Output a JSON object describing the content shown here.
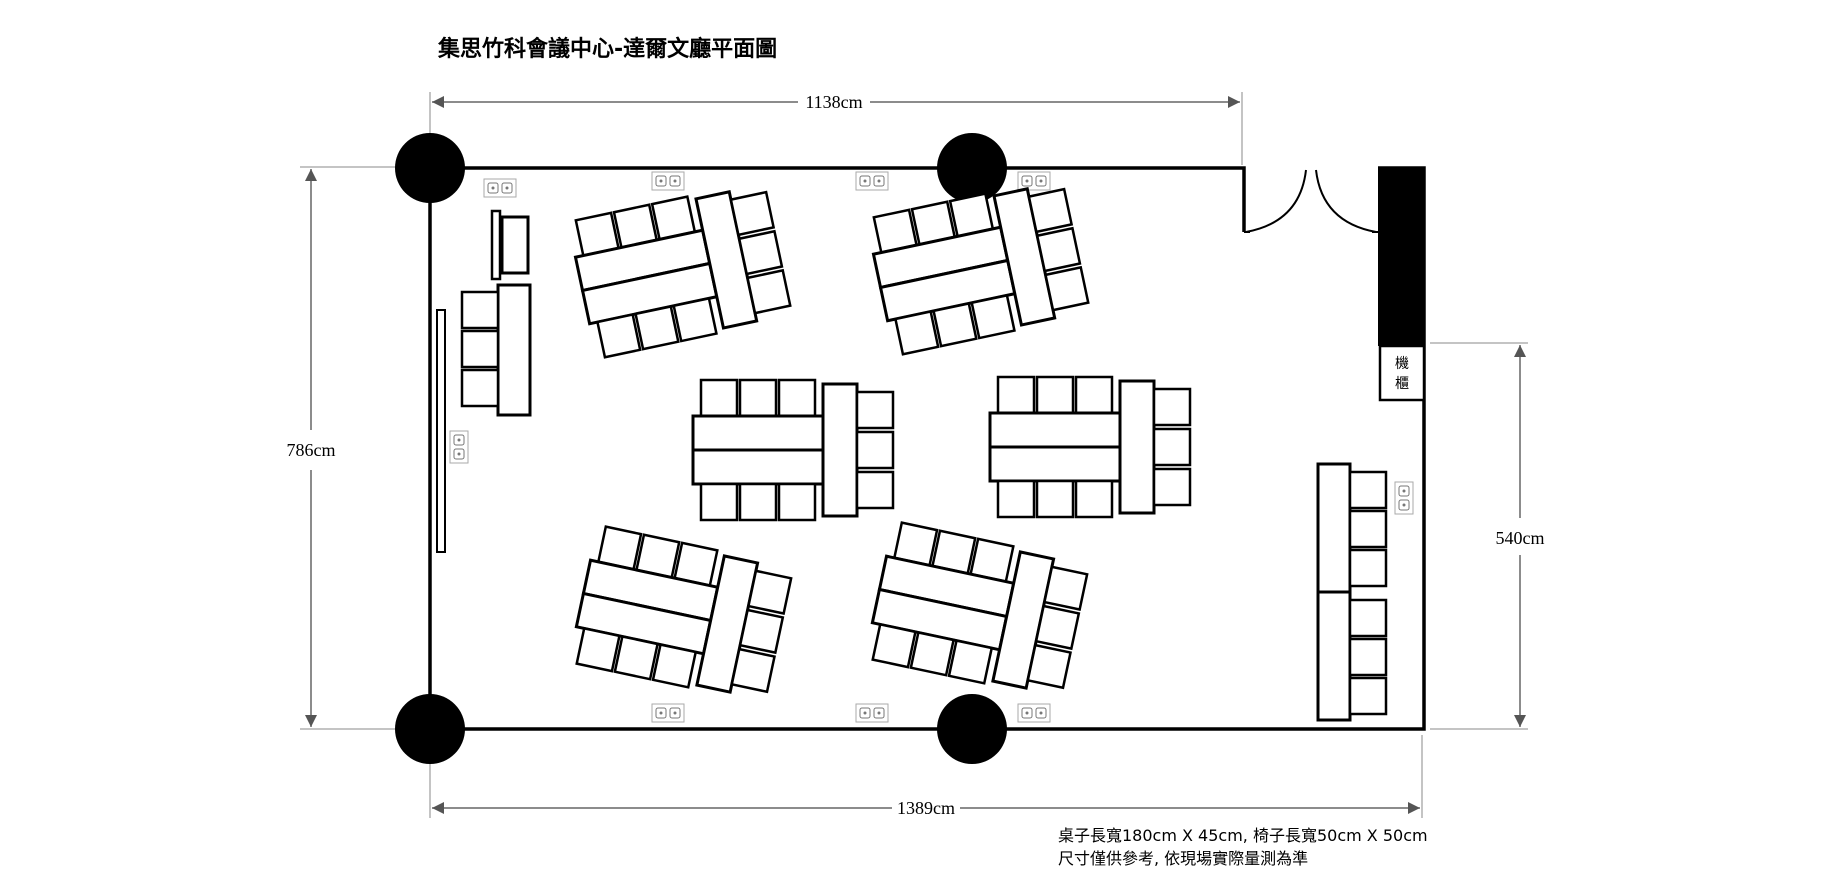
{
  "title": "集思竹科會議中心-達爾文廳平面圖",
  "dimensions": {
    "top_width": "1138cm",
    "bottom_width": "1389cm",
    "left_height": "786cm",
    "right_height": "540cm"
  },
  "cabinet_label": [
    "機",
    "櫃"
  ],
  "notes": [
    "桌子長寬180cm X 45cm, 椅子長寬50cm X 50cm",
    "尺寸僅供參考, 依現場實際量測為準"
  ],
  "colors": {
    "wall": "#000000",
    "dimension_line": "#666666",
    "outlet_border": "#aaaaaa"
  },
  "icons": {
    "pillar": "black-circle-pillar-icon",
    "outlet": "power-outlet-icon",
    "door": "double-door-icon"
  },
  "groups_count": 6
}
